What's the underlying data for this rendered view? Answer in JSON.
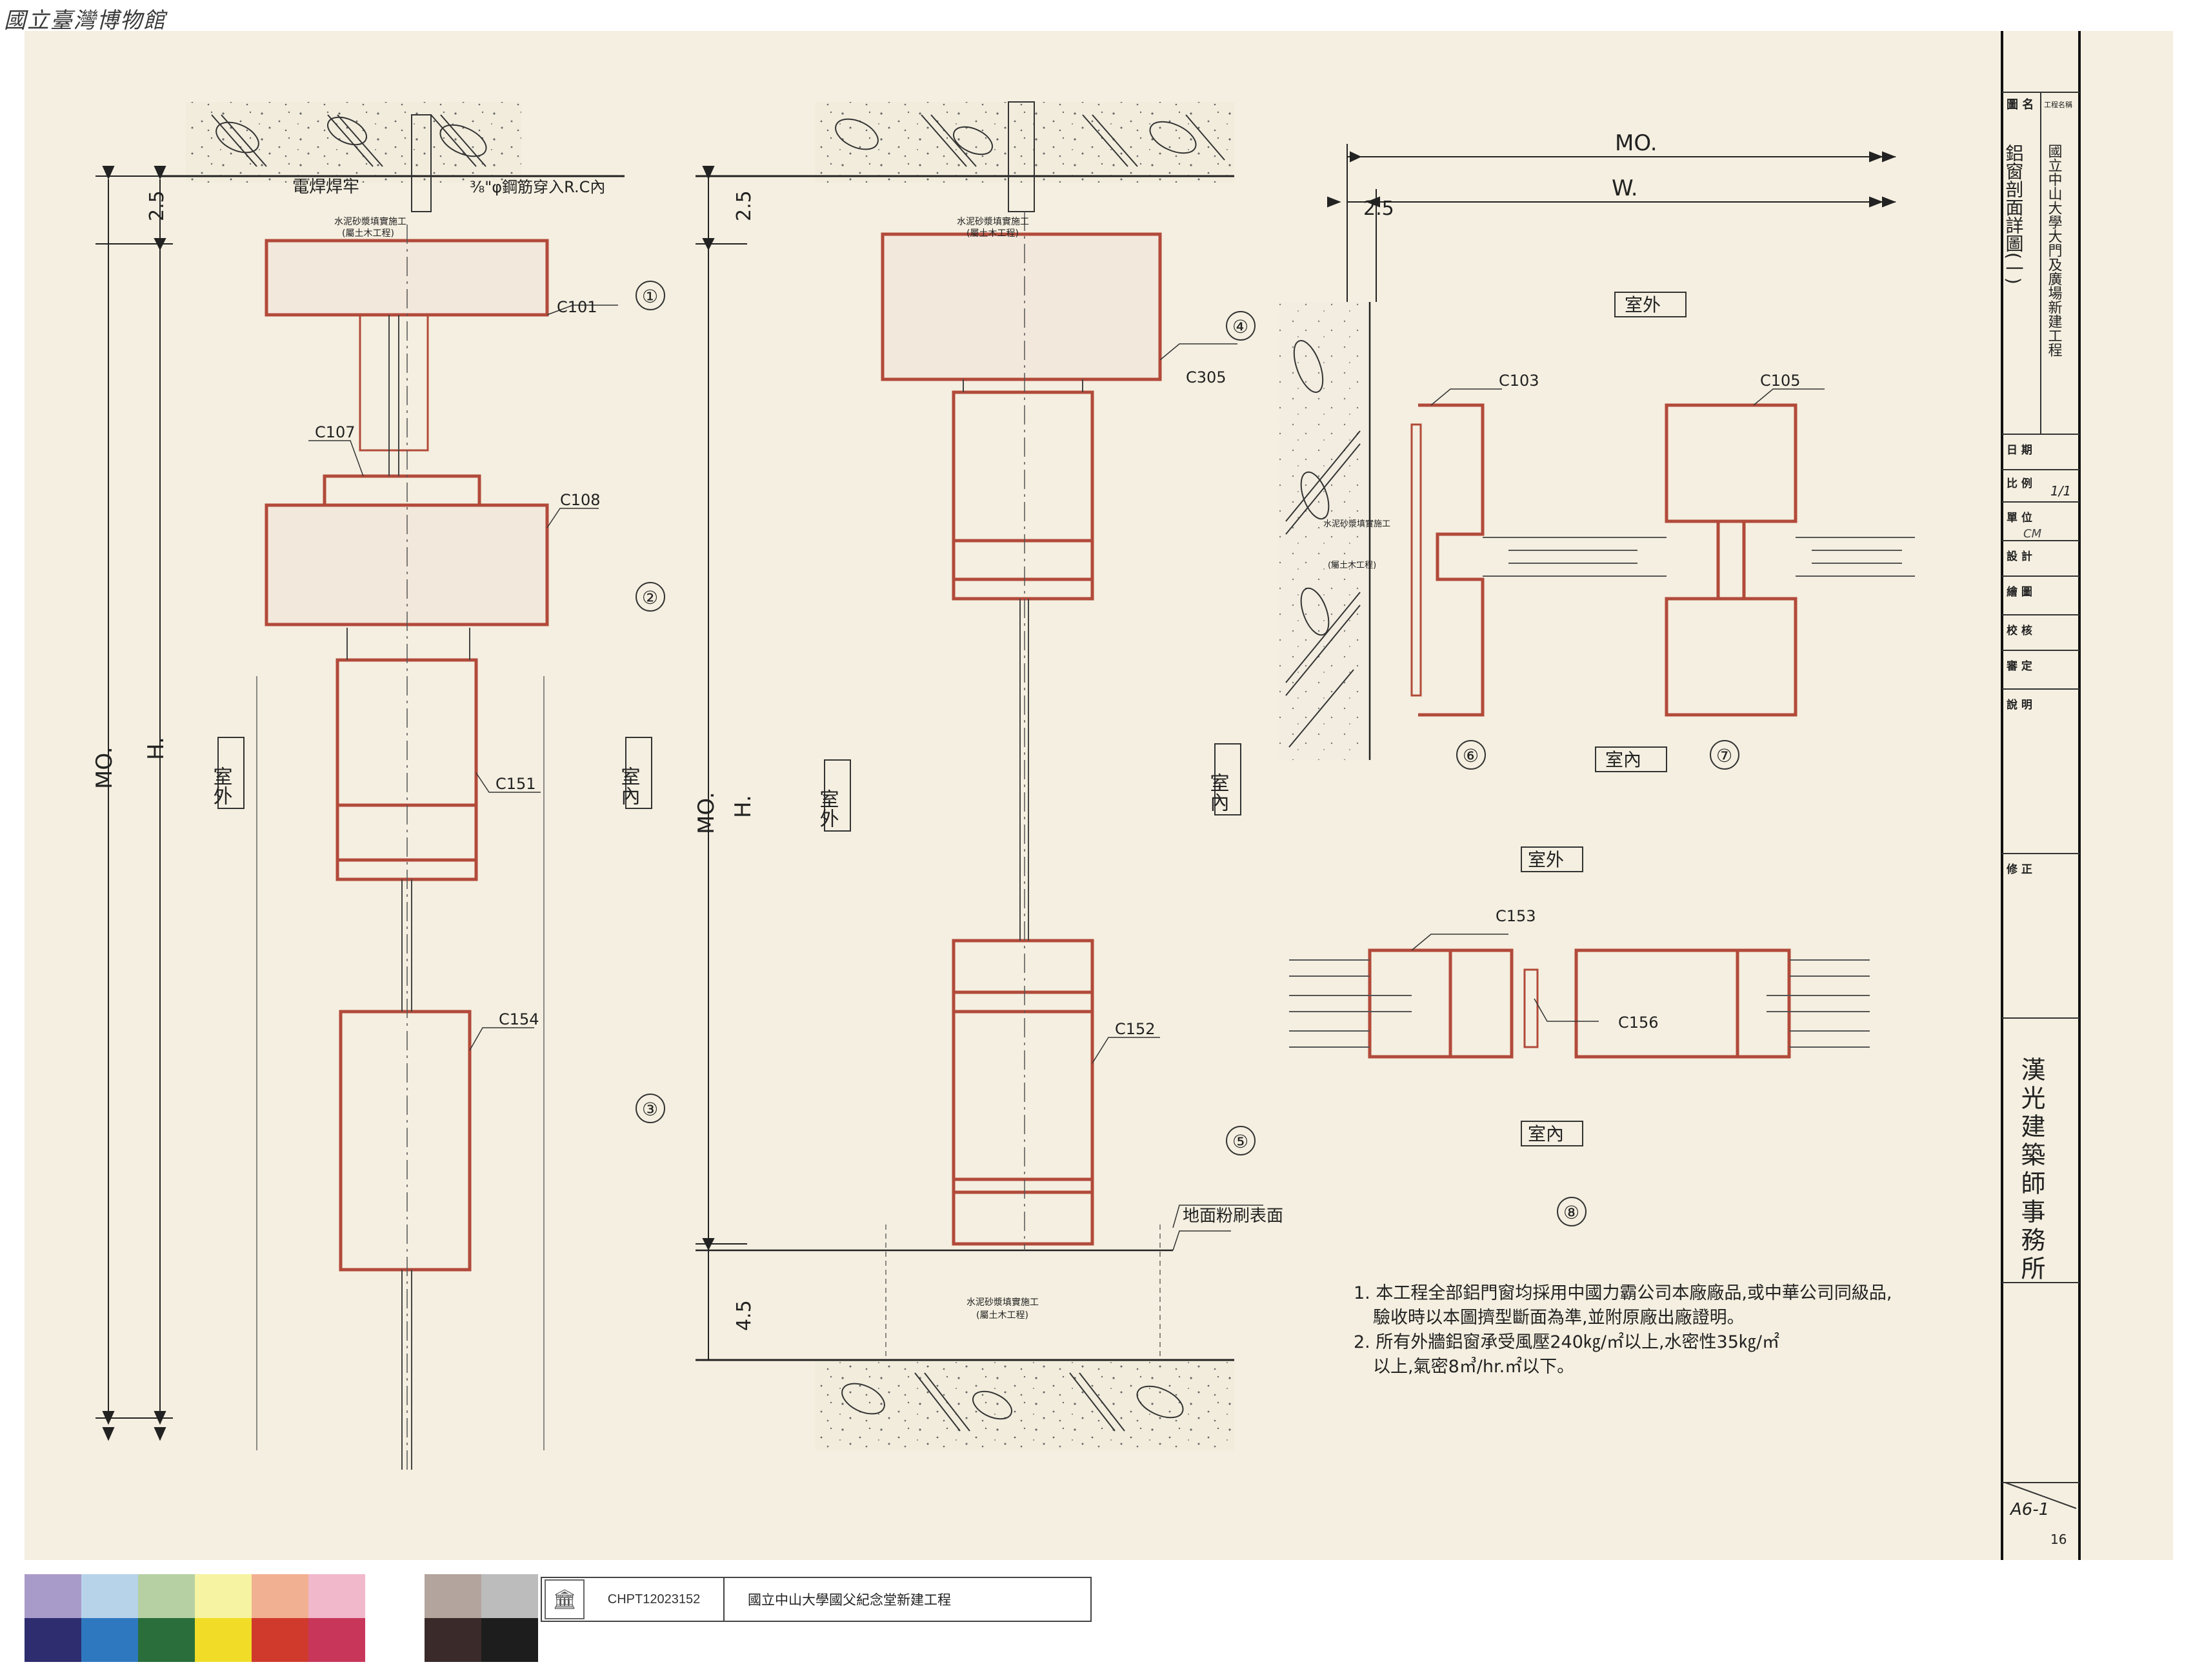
{
  "header": {
    "watermark": "國立臺灣博物館"
  },
  "drawing": {
    "dims": {
      "mo": "MO.",
      "h": "H.",
      "w": "W.",
      "d25": "2.5",
      "d45": "4.5"
    },
    "rooms": {
      "outside": "室外",
      "inside": "室內"
    },
    "markers": [
      "①",
      "②",
      "③",
      "④",
      "⑤",
      "⑥",
      "⑦",
      "⑧"
    ],
    "parts": {
      "c101": "C101",
      "c107": "C107",
      "c108": "C108",
      "c151": "C151",
      "c154": "C154",
      "c305": "C305",
      "c152": "C152",
      "c103": "C103",
      "c105": "C105",
      "c153": "C153",
      "c156": "C156"
    },
    "notes": {
      "weld": "電焊焊牢",
      "rebar": "⅜\"φ鋼筋穿入R.C內",
      "mortar": "水泥砂漿填實施工",
      "civil": "(屬土木工程)",
      "floor": "地面粉刷表面",
      "n1a": "1. 本工程全部鋁門窗均採用中國力霸公司本廠廠品,或中華公司同級品,",
      "n1b": "驗收時以本圖擠型斷面為準,並附原廠出廠證明。",
      "n2a": "2. 所有外牆鋁窗承受風壓240㎏/㎡以上,水密性35㎏/㎡",
      "n2b": "以上,氣密8㎥/hr.㎡以下。"
    }
  },
  "titleblock": {
    "fields": [
      "圖 名",
      "工程名稱"
    ],
    "drawing_name": "鋁窗剖面詳圖(一)",
    "project_name": "國立中山大學大門及廣場新建工程",
    "rows": [
      "日 期",
      "比 例",
      "單 位",
      "設 計",
      "繪 圖",
      "校 核",
      "審 定",
      "說 明",
      "修 正"
    ],
    "scale_value": "1/1",
    "unit_value": "CM",
    "firm": "漢光建築師事務所",
    "sheet_no": "A6-1",
    "page_no": "16"
  },
  "colorstrip": {
    "top": [
      "#a99bc9",
      "#b7d3ea",
      "#b6d0a3",
      "#f6f4a2",
      "#f2b092",
      "#f1b8cc",
      "#b3a49d",
      "#bcbcbc"
    ],
    "bottom": [
      "#2d2d6f",
      "#2e78c0",
      "#2a6e3b",
      "#f1dd28",
      "#cf3a2c",
      "#c8365a",
      "#3a2a2a",
      "#1d1d1d"
    ]
  },
  "catalog": {
    "code": "CHPT12023152",
    "title": "國立中山大學國父紀念堂新建工程",
    "icon": "museum-building-icon"
  }
}
